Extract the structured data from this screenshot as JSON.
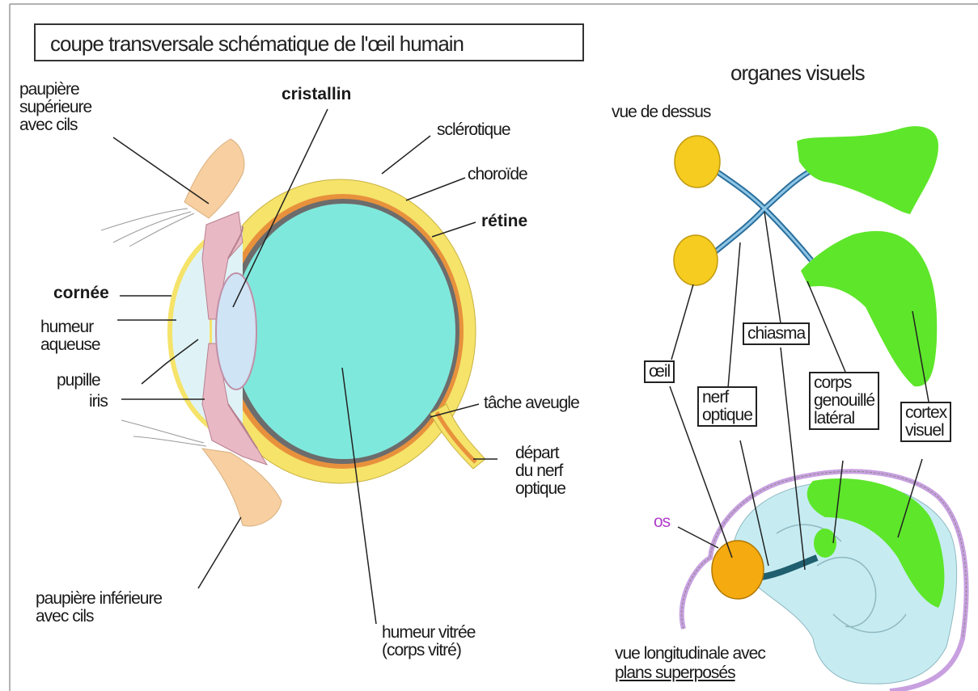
{
  "title": "coupe transversale schématique de l'œil humain",
  "organs_title": "organes visuels",
  "eye_labels": {
    "paupiere_sup": "paupière\nsupérieure\navec cils",
    "cristallin": "cristallin",
    "sclerotique": "sclérotique",
    "choroide": "choroïde",
    "retine": "rétine",
    "cornee": "cornée",
    "humeur_aqueuse": "humeur\naqueuse",
    "pupille": "pupille",
    "iris": "iris",
    "tache_aveugle": "tâche aveugle",
    "depart_nerf": "départ\ndu nerf\noptique",
    "paupiere_inf": "paupière inférieure\navec cils",
    "humeur_vitree": "humeur vitrée\n(corps vitré)"
  },
  "visual_labels": {
    "vue_dessus": "vue de dessus",
    "oeil": "œil",
    "nerf_optique": "nerf\noptique",
    "chiasma": "chiasma",
    "corps_genouille": "corps\ngenouillé\nlatéral",
    "cortex": "cortex\nvisuel",
    "os": "os",
    "vue_long_1": "vue longitudinale avec",
    "vue_long_2": "plans superposés"
  },
  "colors": {
    "sclera": "#f5e36a",
    "choroid": "#e8913c",
    "retina": "#6c6c6c",
    "vitreous": "#7fe8dc",
    "aqueous": "#dff3f6",
    "iris": "#e8b8c4",
    "eyelid": "#f7cfa0",
    "eye_ball": "#f5cc1f",
    "nerve": "#3a8fbf",
    "cortex": "#5ee62a",
    "brain": "#c6ecf2",
    "skull": "#c8a0e0"
  }
}
